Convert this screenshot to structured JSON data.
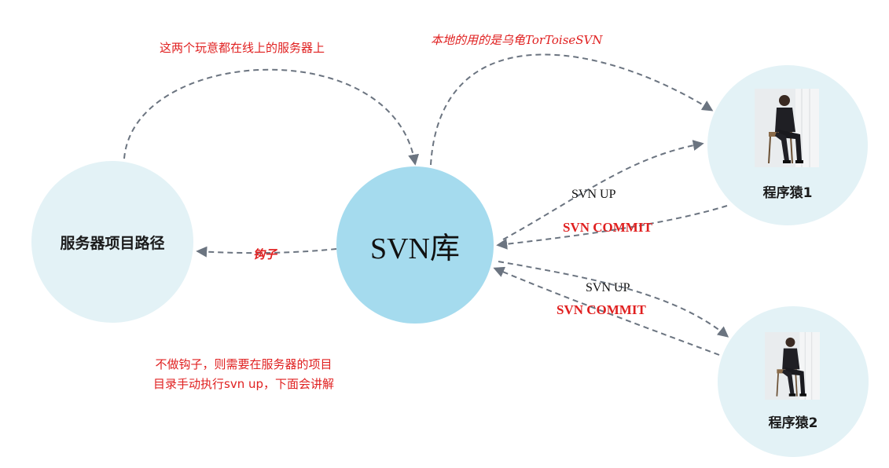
{
  "nodes": {
    "server_path": {
      "label": "服务器项目路径"
    },
    "svn_repo": {
      "label": "SVN库"
    },
    "dev1": {
      "label": "程序猿1",
      "avatar_icon": "person-sitting-photo"
    },
    "dev2": {
      "label": "程序猿2",
      "avatar_icon": "person-sitting-photo"
    }
  },
  "notes": {
    "online_servers": "这两个玩意都在线上的服务器上",
    "tortoise": "本地的用的是乌龟TorToiseSVN",
    "hook": "钩子",
    "no_hook_line1": "不做钩子，则需要在服务器的项目",
    "no_hook_line2": "目录手动执行svn up，下面会讲解"
  },
  "edges": {
    "dev1_up": "SVN UP",
    "dev1_commit": "SVN COMMIT",
    "dev2_up": "SVN UP",
    "dev2_commit": "SVN COMMIT"
  },
  "colors": {
    "node_light": "#e3f2f6",
    "node_svn": "#a5dbee",
    "arrow": "#6b7480",
    "note_red": "#e02020"
  }
}
